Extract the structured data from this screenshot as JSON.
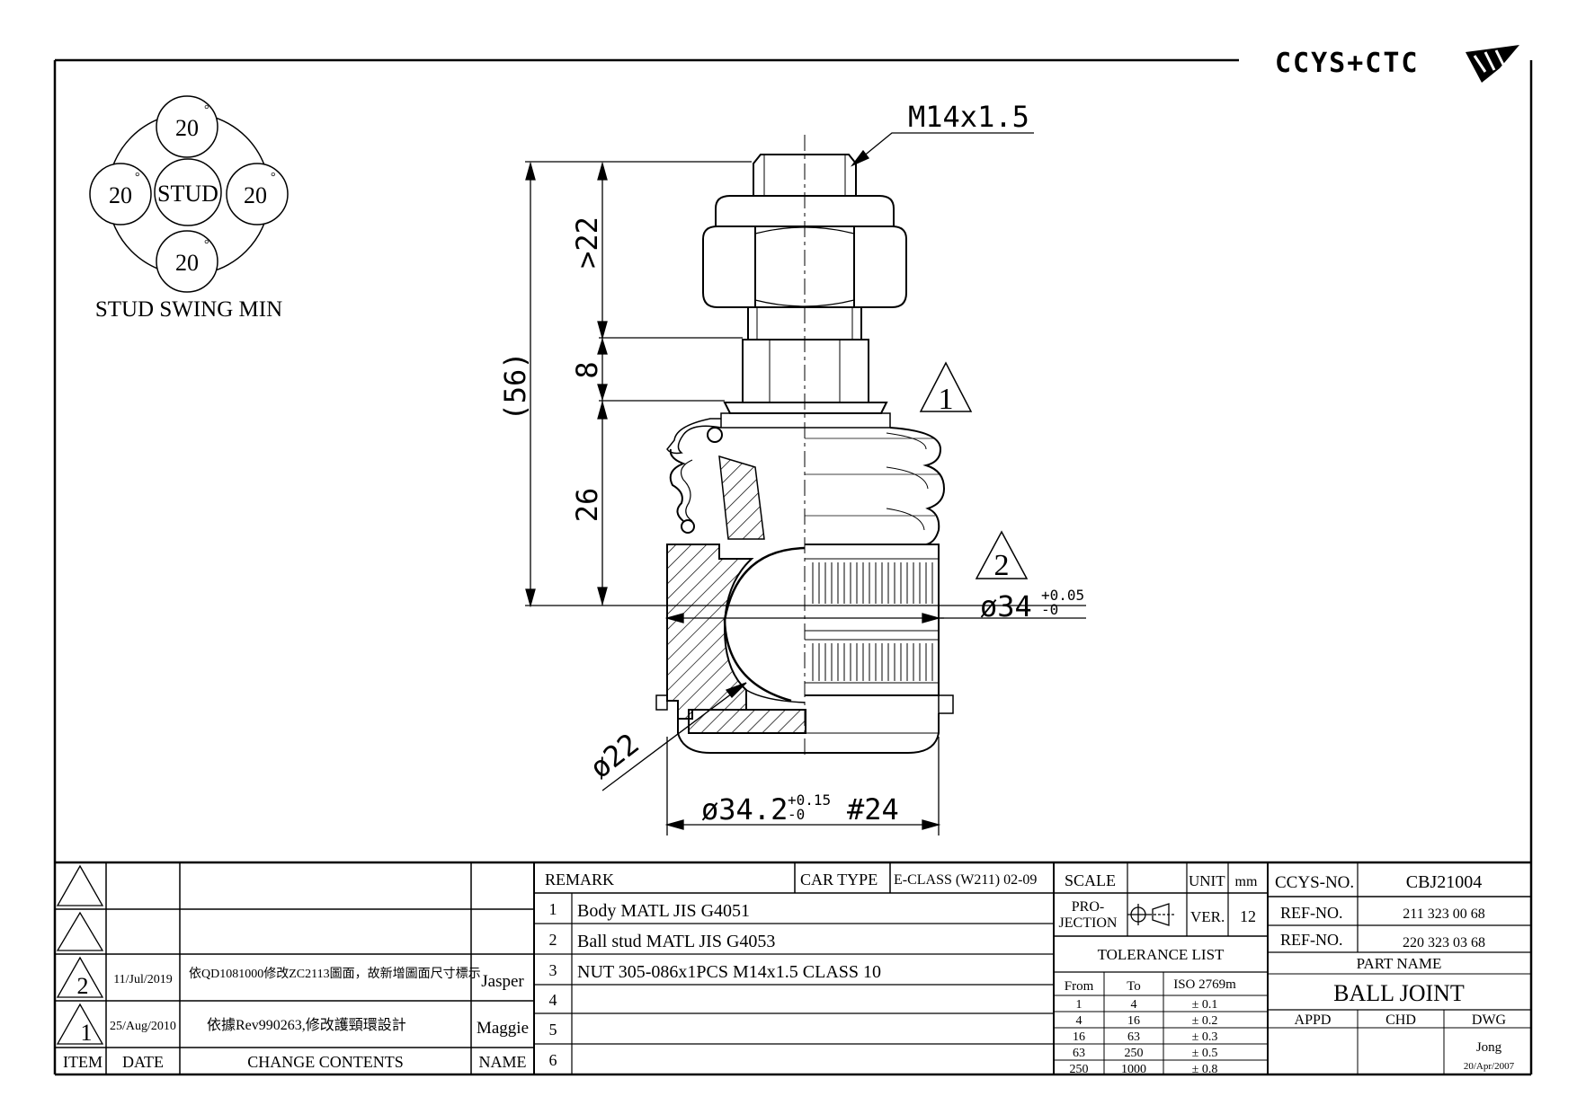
{
  "logo": {
    "text": "CCYS+CTC"
  },
  "stud_swing": {
    "center_label": "STUD",
    "angles": [
      "20",
      "20",
      "20",
      "20"
    ],
    "degree_symbol": "°",
    "caption": "STUD SWING MIN"
  },
  "dimensions": {
    "thread": "M14x1.5",
    "overall": "(56)",
    "thread_length": ">22",
    "neck": "8",
    "body_height": "26",
    "ball_dia": "ø22",
    "housing_dia": "ø34",
    "housing_dia_tol_upper": "+0.05",
    "housing_dia_tol_lower": "-0",
    "base_dia": "ø34.2",
    "base_dia_tol_upper": "+0.15",
    "base_dia_tol_lower": "-0",
    "serration": "#24",
    "revision_mark_1": "1",
    "revision_mark_2": "2"
  },
  "revisions": [
    {
      "item": "",
      "date": "",
      "change": "",
      "name": ""
    },
    {
      "item": "",
      "date": "",
      "change": "",
      "name": ""
    },
    {
      "item": "2",
      "date": "11/Jul/2019",
      "change": "依QD1081000修改ZC2113圖面，故新增圖面尺寸標示",
      "name": "Jasper"
    },
    {
      "item": "1",
      "date": "25/Aug/2010",
      "change": "依據Rev990263,修改護頸環設計",
      "name": "Maggie"
    }
  ],
  "revision_headers": {
    "item": "ITEM",
    "date": "DATE",
    "change": "CHANGE CONTENTS",
    "name": "NAME"
  },
  "remark": {
    "label": "REMARK",
    "car_type_label": "CAR TYPE",
    "car_type": "E-CLASS (W211) 02-09",
    "rows": [
      {
        "no": "1",
        "text": "Body MATL JIS G4051"
      },
      {
        "no": "2",
        "text": "Ball stud MATL JIS G4053"
      },
      {
        "no": "3",
        "text": "NUT 305-086x1PCS M14x1.5 CLASS 10"
      },
      {
        "no": "4",
        "text": ""
      },
      {
        "no": "5",
        "text": ""
      },
      {
        "no": "6",
        "text": ""
      }
    ]
  },
  "scale_block": {
    "scale_label": "SCALE",
    "scale_value": "",
    "unit_label": "UNIT",
    "unit_value": "mm",
    "projection_label_1": "PRO-",
    "projection_label_2": "JECTION",
    "ver_label": "VER.",
    "ver_value": "12"
  },
  "tolerance": {
    "title": "TOLERANCE LIST",
    "headers": [
      "From",
      "To",
      "ISO 2769m"
    ],
    "rows": [
      [
        "1",
        "4",
        "± 0.1"
      ],
      [
        "4",
        "16",
        "± 0.2"
      ],
      [
        "16",
        "63",
        "± 0.3"
      ],
      [
        "63",
        "250",
        "± 0.5"
      ],
      [
        "250",
        "1000",
        "± 0.8"
      ]
    ]
  },
  "part_info": {
    "ccys_label": "CCYS-NO.",
    "ccys_no": "CBJ21004",
    "ref_label_1": "REF-NO.",
    "ref_no_1": "211 323 00 68",
    "ref_label_2": "REF-NO.",
    "ref_no_2": "220 323 03 68",
    "part_name_label": "PART NAME",
    "part_name": "BALL JOINT",
    "appd_label": "APPD",
    "chd_label": "CHD",
    "dwg_label": "DWG",
    "appd": "",
    "chd": "",
    "dwg_name": "Jong",
    "dwg_date": "20/Apr/2007"
  }
}
